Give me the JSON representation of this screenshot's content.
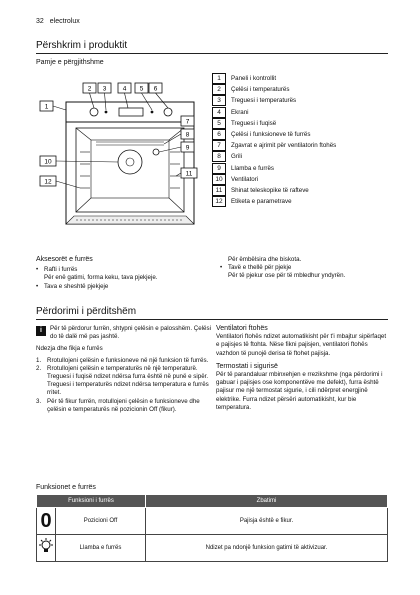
{
  "page_header": {
    "page_number": "32",
    "brand": "electrolux"
  },
  "section1": {
    "title": "Përshkrim i produktit",
    "subtitle": "Pamje e përgjithshme"
  },
  "legend": [
    {
      "num": "1",
      "label": "Paneli i kontrollit"
    },
    {
      "num": "2",
      "label": "Çelësi i temperaturës"
    },
    {
      "num": "3",
      "label": "Treguesi i temperaturës"
    },
    {
      "num": "4",
      "label": "Ekrani"
    },
    {
      "num": "5",
      "label": "Treguesi i fuqisë"
    },
    {
      "num": "6",
      "label": "Çelësi i funksioneve të furrës"
    },
    {
      "num": "7",
      "label": "Zgavrat e ajrimit për ventilatorin ftohës"
    },
    {
      "num": "8",
      "label": "Grili"
    },
    {
      "num": "9",
      "label": "Llamba e furrës"
    },
    {
      "num": "10",
      "label": "Ventilatori"
    },
    {
      "num": "11",
      "label": "Shinat teleskopike të rafteve"
    },
    {
      "num": "12",
      "label": "Etiketa e parametrave"
    }
  ],
  "diagram_callouts": [
    "1",
    "2",
    "3",
    "4",
    "5",
    "6",
    "7",
    "8",
    "9",
    "10",
    "11",
    "12"
  ],
  "accessories": {
    "title": "Aksesorët e furrës",
    "items": [
      {
        "label": "Rafti i furrës",
        "desc": "Për enë gatimi, forma keku, tava pjekjeje."
      },
      {
        "label": "Tava e sheshtë pjekjeje",
        "desc": "Për ëmbëlsira dhe biskota."
      },
      {
        "label": "Tavë e thellë për pjekje",
        "desc": "Për të pjekur ose për të mbledhur yndyrën."
      }
    ]
  },
  "section2": {
    "title": "Përdorimi i përditshëm",
    "note": "Për të përdorur furrën, shtypni çelësin e palosshëm. Çelësi do të dalë më pas jashtë.",
    "on_off_title": "Ndezja dhe fikja e furrës",
    "steps": [
      {
        "n": "1.",
        "text": "Rrotullojeni çelësin e funksioneve në një funksion të furrës."
      },
      {
        "n": "2.",
        "text": "Rrotullojeni çelësin e temperaturës në një temperaturë."
      },
      {
        "n": "3.",
        "text": "Për të fikur furrën, rrotullojeni çelësin e funksioneve dhe çelësin e temperaturës në pozicionin Off (fikur)."
      }
    ],
    "step2_notes": [
      "Treguesi i fuqisë ndizet ndërsa furra është në punë e sipër.",
      "Treguesi i temperaturës ndizet ndërsa temperatura e furrës rritet."
    ],
    "fan_title": "Ventilatori ftohës",
    "fan_text": "Ventilatori ftohës ndizet automatikisht për t'i mbajtur sipërfaqet e pajisjes të ftohta. Nëse fikni pajisjen, ventilatori ftohës vazhdon të punojë derisa të ftohet pajisja.",
    "thermo_title": "Termostati i sigurisë",
    "thermo_text": "Për të parandaluar mbinxehjen e rrezikshme (nga përdorimi i gabuar i pajisjes ose komponentëve me defekt), furra është pajisur me një termostat sigurie, i cili ndërpret energjinë elektrike. Furra ndizet përsëri automatikisht, kur bie temperatura."
  },
  "functions": {
    "title": "Funksionet e furrës",
    "headers": [
      "Funksioni i furrës",
      "Zbatimi"
    ],
    "rows": [
      {
        "icon": "zero-position-icon",
        "symbol": "0",
        "name": "Pozicioni Off",
        "usage": "Pajisja është e fikur."
      },
      {
        "icon": "lamp-icon",
        "symbol": "",
        "name": "Llamba e furrës",
        "usage": "Ndizet pa ndonjë funksion gatimi të aktivizuar."
      }
    ]
  }
}
